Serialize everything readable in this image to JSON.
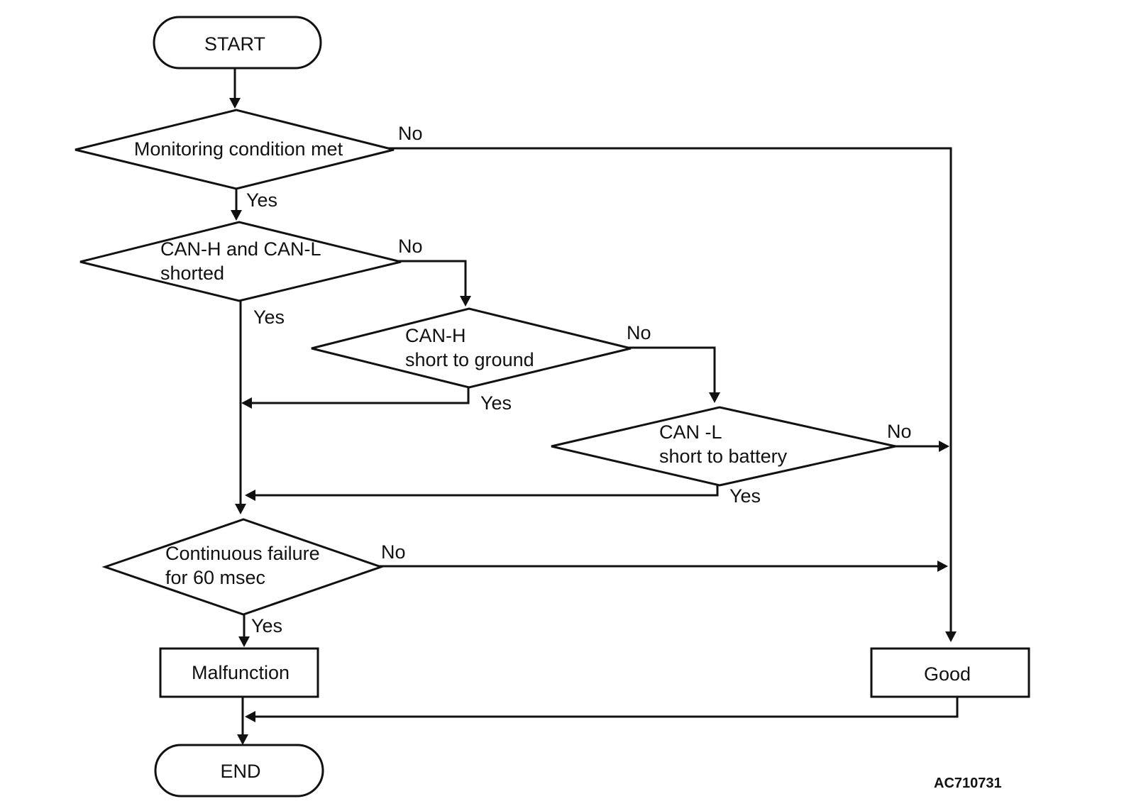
{
  "nodes": {
    "start": "START",
    "monitoring": [
      "Monitoring condition met"
    ],
    "can_hl": [
      "CAN-H and CAN-L",
      "shorted"
    ],
    "can_h_ground": [
      "CAN-H",
      "short to ground"
    ],
    "can_l_battery": [
      "CAN -L",
      "short to battery"
    ],
    "continuous": [
      "Continuous failure",
      "for 60 msec"
    ],
    "malfunction": "Malfunction",
    "good": "Good",
    "end": "END"
  },
  "labels": {
    "yes": "Yes",
    "no": "No"
  },
  "figure_code": "AC710731"
}
